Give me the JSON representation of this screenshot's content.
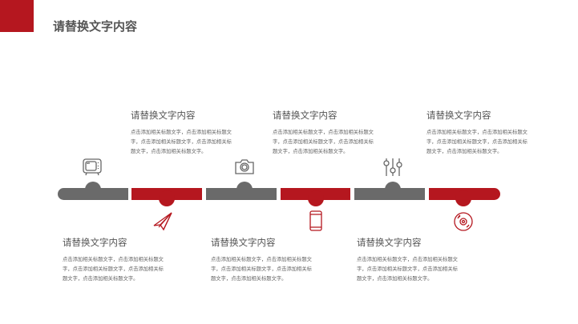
{
  "header": {
    "title": "请替换文字内容"
  },
  "steps": [
    {
      "title": "请替换文字内容",
      "body": "点击添加相关标题文字，点击添加相关标题文字，点击添加相关标题文字，点击添加相关标题文字，点击添加相关标题文字。",
      "icon": "tv-icon"
    },
    {
      "title": "请替换文字内容",
      "body": "点击添加相关标题文字，点击添加相关标题文字，点击添加相关标题文字，点击添加相关标题文字，点击添加相关标题文字。",
      "icon": "paper-plane-icon"
    },
    {
      "title": "请替换文字内容",
      "body": "点击添加相关标题文字，点击添加相关标题文字，点击添加相关标题文字，点击添加相关标题文字，点击添加相关标题文字。",
      "icon": "camera-icon"
    },
    {
      "title": "请替换文字内容",
      "body": "点击添加相关标题文字，点击添加相关标题文字，点击添加相关标题文字，点击添加相关标题文字，点击添加相关标题文字。",
      "icon": "tablet-icon"
    },
    {
      "title": "请替换文字内容",
      "body": "点击添加相关标题文字，点击添加相关标题文字，点击添加相关标题文字，点击添加相关标题文字，点击添加相关标题文字。",
      "icon": "sliders-icon"
    },
    {
      "title": "请替换文字内容",
      "body": "点击添加相关标题文字，点击添加相关标题文字，点击添加相关标题文字，点击添加相关标题文字，点击添加相关标题文字。",
      "icon": "disc-icon"
    }
  ],
  "colors": {
    "accent": "#b5171f",
    "gray": "#6a6a6a"
  }
}
